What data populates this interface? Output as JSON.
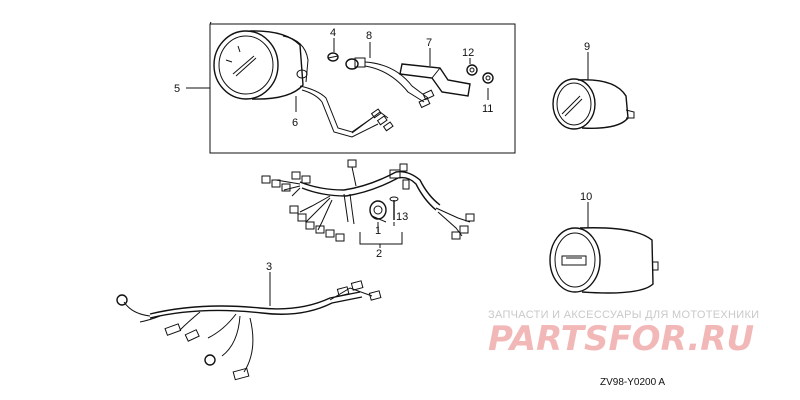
{
  "callouts": {
    "c1": "1",
    "c2": "2",
    "c3": "3",
    "c4": "4",
    "c5": "5",
    "c6": "6",
    "c7": "7",
    "c8": "8",
    "c9": "9",
    "c10": "10",
    "c11": "11",
    "c12": "12",
    "c13": "13"
  },
  "diagram_code": "ZV98-Y0200 A",
  "watermark": {
    "tagline": "ЗАПЧАСТИ И АКСЕССУАРЫ ДЛЯ МОТОТЕХНИКИ",
    "logo": "PARTSFOR.RU"
  }
}
